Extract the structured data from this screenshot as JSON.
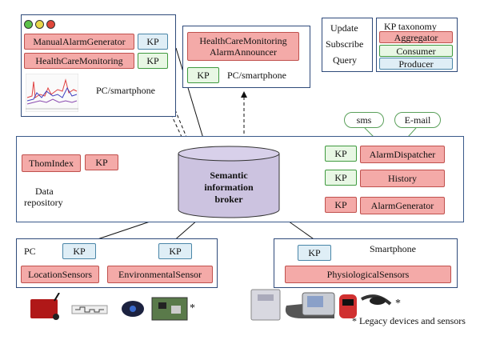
{
  "panels": {
    "top_left": {
      "btn_manual": "ManualAlarmGenerator",
      "btn_health": "HealthCareMonitoring",
      "kp1": "KP",
      "kp2": "KP",
      "device": "PC/smartphone"
    },
    "top_mid": {
      "title_line1": "HealthCareMonitoring",
      "title_line2": "AlarmAnnouncer",
      "kp": "KP",
      "device": "PC/smartphone"
    },
    "legend": {
      "update": "Update",
      "subscribe": "Subscribe",
      "query": "Query",
      "taxonomy_title": "KP taxonomy",
      "aggregator": "Aggregator",
      "consumer": "Consumer",
      "producer": "Producer"
    },
    "notify": {
      "sms": "sms",
      "email": "E-mail"
    },
    "middle": {
      "thom_index": "ThomIndex",
      "kp_thom": "KP",
      "data_repo_line1": "Data",
      "data_repo_line2": "repository",
      "broker_line1": "Semantic",
      "broker_line2": "information",
      "broker_line3": "broker",
      "kp_dispatch": "KP",
      "alarm_dispatcher": "AlarmDispatcher",
      "kp_history": "KP",
      "history": "History",
      "kp_alarmgen": "KP",
      "alarm_generator": "AlarmGenerator"
    },
    "bottom_left": {
      "pc": "PC",
      "kp_loc": "KP",
      "kp_env": "KP",
      "location_sensors": "LocationSensors",
      "environmental_sensor": "EnvironmentalSensor"
    },
    "bottom_right": {
      "smartphone": "Smartphone",
      "kp_phys": "KP",
      "physiological_sensors": "PhysiologicalSensors"
    }
  },
  "legacy": {
    "asterisk_left": "*",
    "asterisk_right": "*",
    "note": "* Legacy devices and sensors"
  },
  "colors": {
    "aggregator": "#f4aaa8",
    "consumer": "#e8f7e4",
    "producer": "#dfeef6",
    "broker": "#ccc3e0"
  }
}
